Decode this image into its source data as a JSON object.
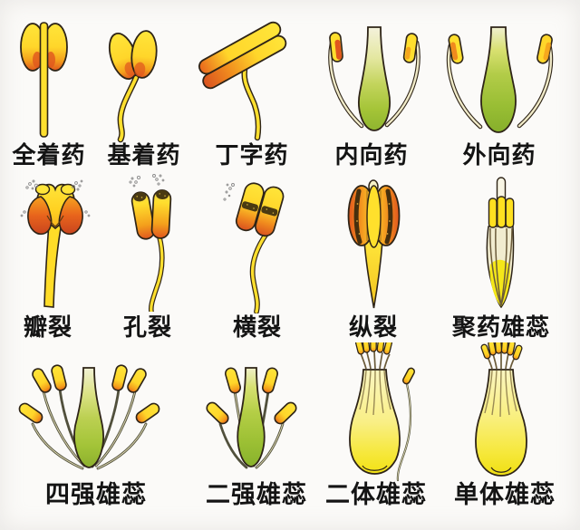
{
  "figures": [
    {
      "id": "full-attached-anther",
      "label": "全着药"
    },
    {
      "id": "basifixed-anther",
      "label": "基着药"
    },
    {
      "id": "versatile-anther",
      "label": "丁字药"
    },
    {
      "id": "introrse-anther",
      "label": "内向药"
    },
    {
      "id": "extrorse-anther",
      "label": "外向药"
    },
    {
      "id": "valvular-dehiscence",
      "label": "瓣裂"
    },
    {
      "id": "poricidal-dehiscence",
      "label": "孔裂"
    },
    {
      "id": "transverse-dehiscence",
      "label": "横裂"
    },
    {
      "id": "longitudinal-dehiscence",
      "label": "纵裂"
    },
    {
      "id": "syngenesious-stamen",
      "label": "聚药雄蕊"
    },
    {
      "id": "tetradynamous-stamen",
      "label": "四强雄蕊"
    },
    {
      "id": "didynamous-stamen",
      "label": "二强雄蕊"
    },
    {
      "id": "diadelphous-stamen",
      "label": "二体雄蕊"
    },
    {
      "id": "monadelphous-stamen",
      "label": "单体雄蕊"
    }
  ],
  "colors": {
    "background": "#FBFAF8",
    "yellow": "#FFDF2E",
    "amber": "#F6C51F",
    "orange": "#F08A1E",
    "deep_orange": "#E0561E",
    "red_orange": "#D9511F",
    "green": "#A9C93B",
    "pale_vase_yellow": "#FBF6C2",
    "outline": "#2E2417",
    "pollen_dust_gray": "#8A8A8A",
    "speckle_dark": "#4A3A12",
    "label_text": "#141414"
  }
}
